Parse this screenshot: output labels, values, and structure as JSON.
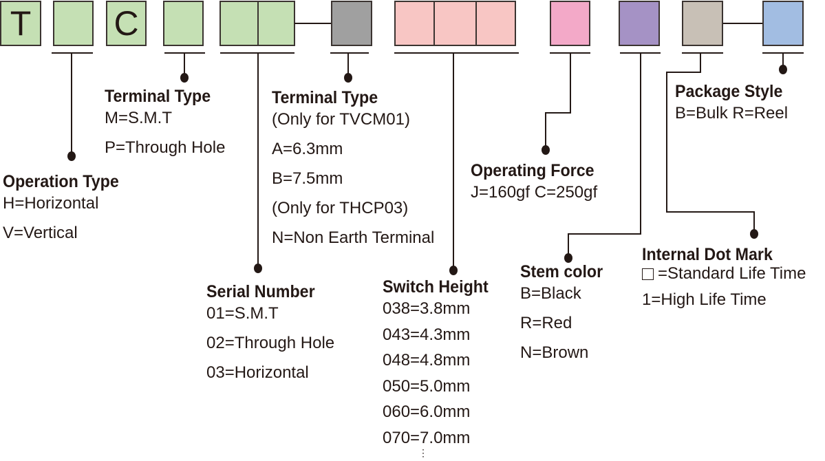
{
  "code_boxes": [
    {
      "letter": "T",
      "color": "#c5e0b4"
    },
    {
      "letter": "",
      "color": "#c5e0b4"
    },
    {
      "letter": "C",
      "color": "#c5e0b4"
    },
    {
      "letter": "",
      "color": "#c5e0b4"
    },
    {
      "letter": "",
      "color": "#c5e0b4"
    },
    {
      "letter": "",
      "color": "#c5e0b4"
    },
    {
      "letter": "",
      "color": "#a0a0a0"
    },
    {
      "letter": "",
      "color": "#f8c6c4"
    },
    {
      "letter": "",
      "color": "#f8c6c4"
    },
    {
      "letter": "",
      "color": "#f8c6c4"
    },
    {
      "letter": "",
      "color": "#f3a9c8"
    },
    {
      "letter": "",
      "color": "#a592c5"
    },
    {
      "letter": "",
      "color": "#c8c0b6"
    },
    {
      "letter": "",
      "color": "#a2bde2"
    }
  ],
  "operation_type": {
    "title": "Operation Type",
    "lines": [
      "H=Horizontal",
      "V=Vertical"
    ]
  },
  "terminal_type_1": {
    "title": "Terminal Type",
    "lines": [
      "M=S.M.T",
      "P=Through Hole"
    ]
  },
  "terminal_type_2": {
    "title": "Terminal Type",
    "lines": [
      "(Only for TVCM01)",
      "A=6.3mm",
      "B=7.5mm",
      "(Only for THCP03)",
      "N=Non Earth Terminal"
    ]
  },
  "serial_number": {
    "title": "Serial Number",
    "lines": [
      "01=S.M.T",
      "02=Through Hole",
      "03=Horizontal"
    ]
  },
  "switch_height": {
    "title": "Switch Height",
    "lines": [
      "038=3.8mm",
      "043=4.3mm",
      "048=4.8mm",
      "050=5.0mm",
      "060=6.0mm",
      "070=7.0mm"
    ],
    "more": "⋮"
  },
  "operating_force": {
    "title": "Operating Force",
    "lines": [
      "J=160gf C=250gf"
    ]
  },
  "stem_color": {
    "title": "Stem color",
    "lines": [
      "B=Black",
      "R=Red",
      "N=Brown"
    ]
  },
  "package_style": {
    "title": "Package Style",
    "lines": [
      "B=Bulk R=Reel"
    ]
  },
  "internal_dot_mark": {
    "title": "Internal Dot Mark",
    "lines": [
      "=Standard Life Time",
      "1=High Life Time"
    ]
  }
}
